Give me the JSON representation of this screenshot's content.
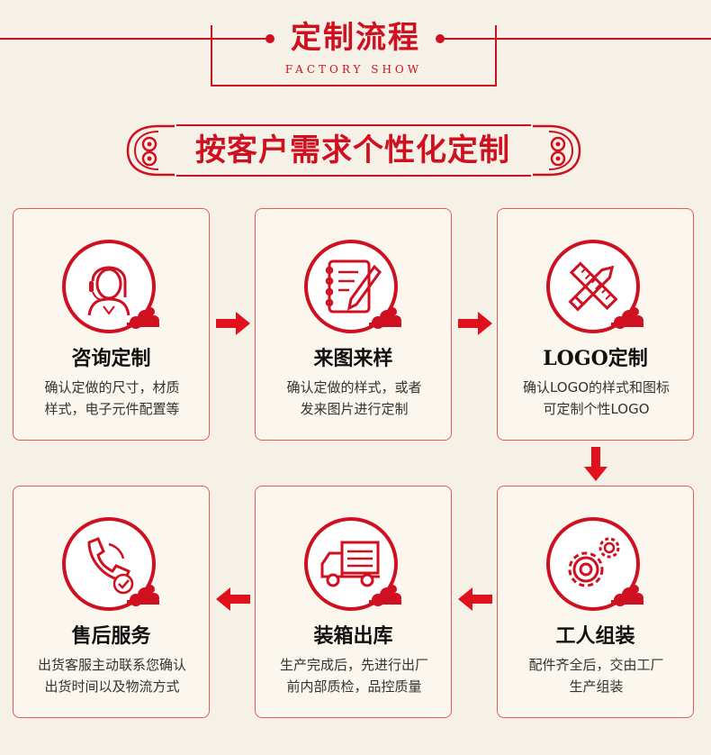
{
  "header": {
    "title": "定制流程",
    "subtitle": "FACTORY SHOW"
  },
  "banner": {
    "text": "按客户需求个性化定制"
  },
  "steps": [
    {
      "title": "咨询定制",
      "desc_line1": "确认定做的尺寸，材质",
      "desc_line2": "样式，电子元件配置等",
      "icon": "customer-service-icon"
    },
    {
      "title": "来图来样",
      "desc_line1": "确认定做的样式，或者",
      "desc_line2": "发来图片进行定制",
      "icon": "notebook-pen-icon"
    },
    {
      "title": "LOGO定制",
      "desc_line1": "确认LOGO的样式和图标",
      "desc_line2": "可定制个性LOGO",
      "icon": "ruler-pencil-icon"
    },
    {
      "title": "工人组装",
      "desc_line1": "配件齐全后，交由工厂",
      "desc_line2": "生产组装",
      "icon": "gears-icon"
    },
    {
      "title": "装箱出库",
      "desc_line1": "生产完成后，先进行出厂",
      "desc_line2": "前内部质检，品控质量",
      "icon": "truck-icon"
    },
    {
      "title": "售后服务",
      "desc_line1": "出货客服主动联系您确认",
      "desc_line2": "出货时间以及物流方式",
      "icon": "phone-check-icon"
    }
  ],
  "colors": {
    "accent": "#cf1020",
    "background": "#f6f1e6"
  }
}
